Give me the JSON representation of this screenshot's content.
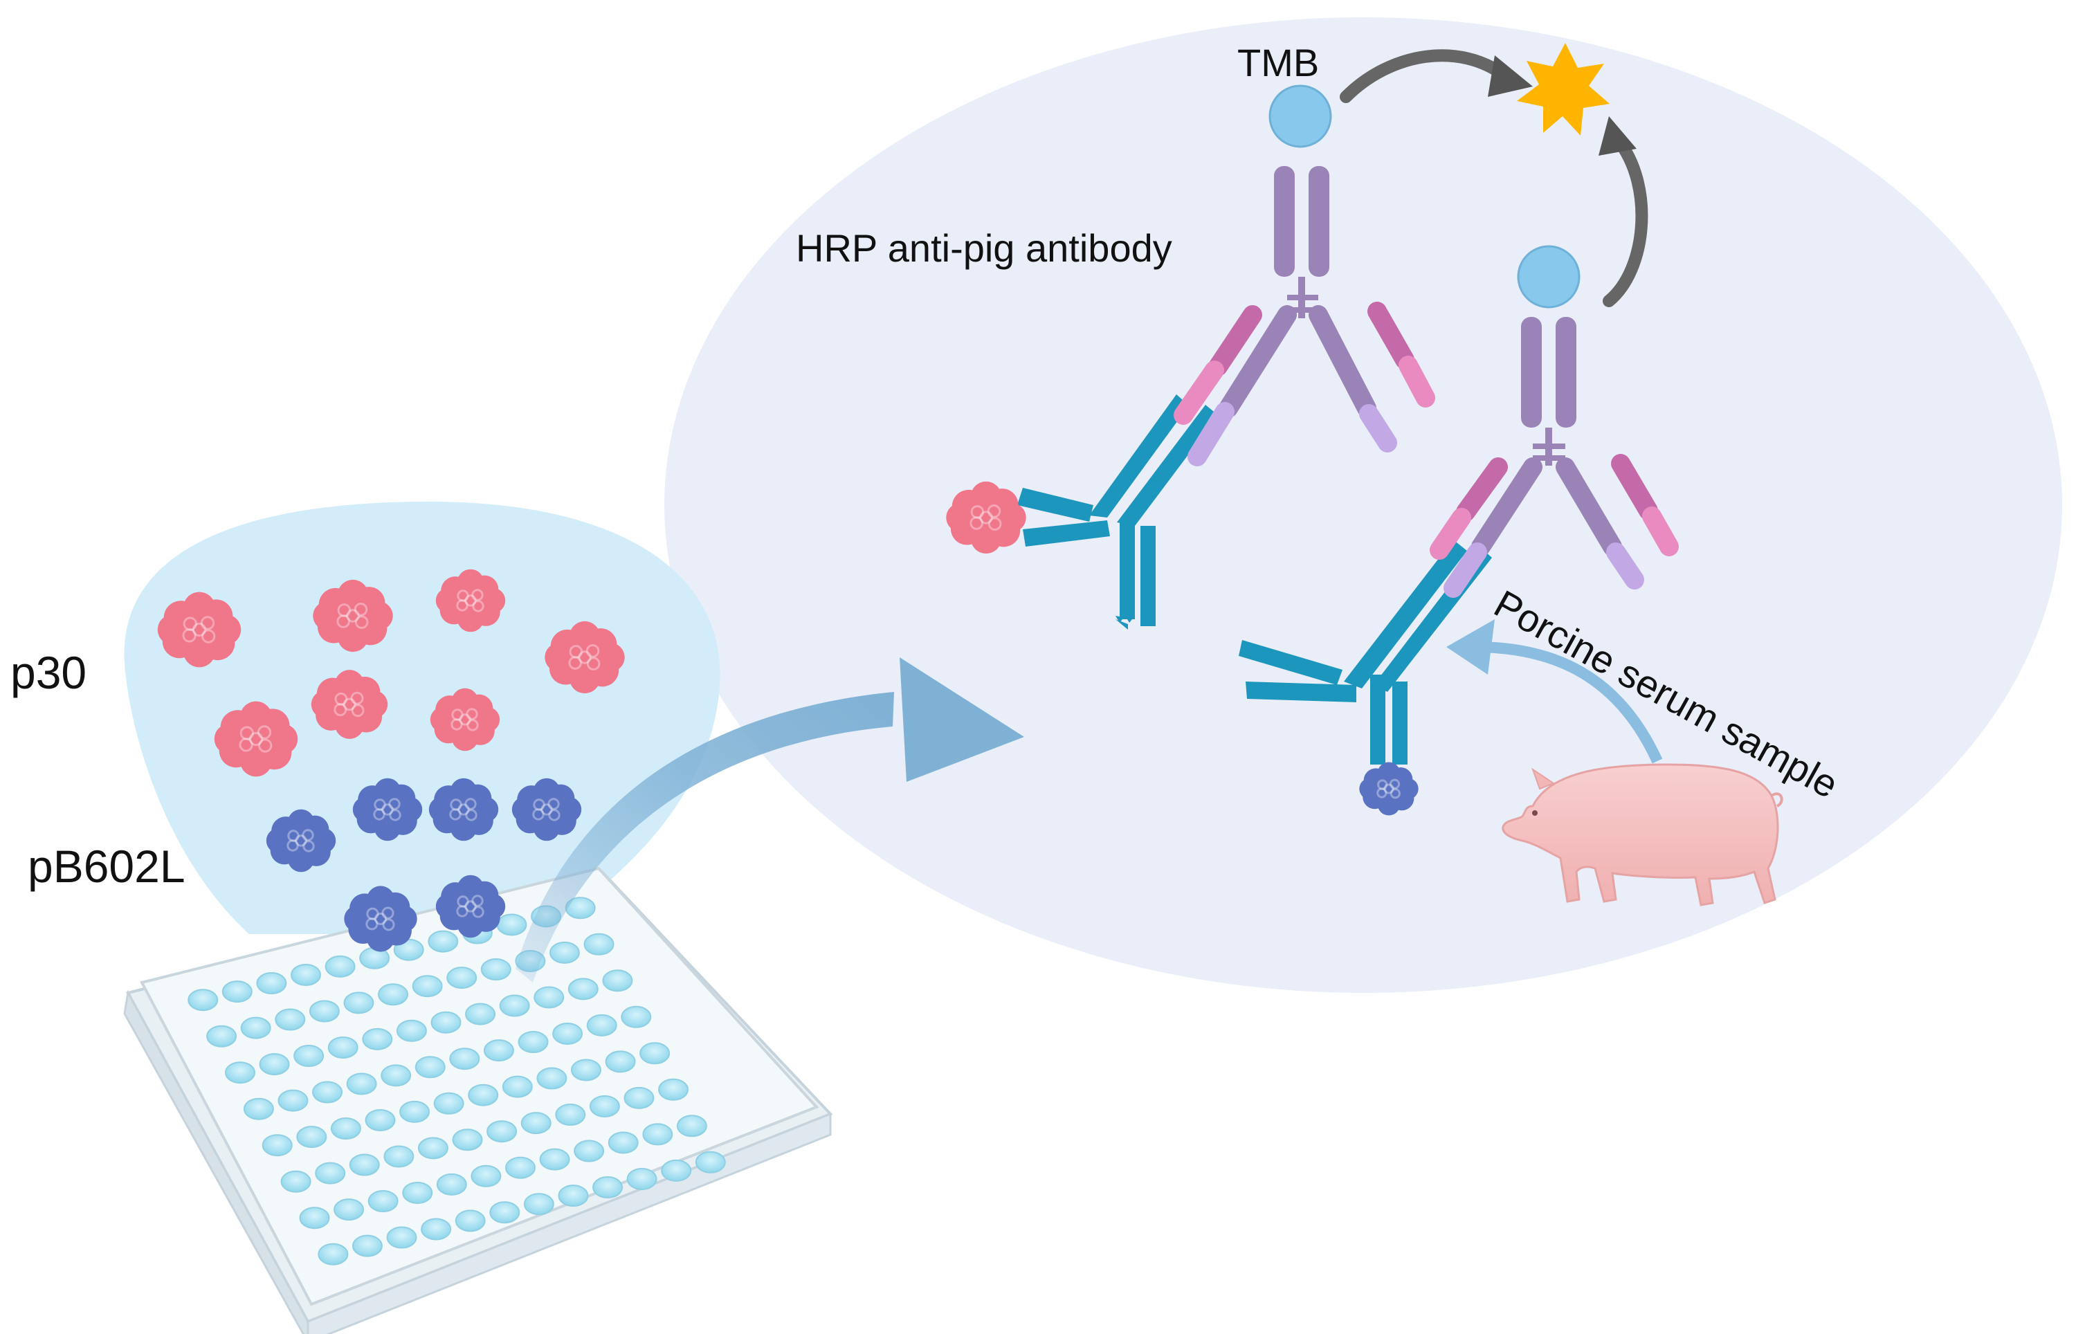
{
  "labels": {
    "tmb": "TMB",
    "hrp_antibody": "HRP anti-pig antibody",
    "p30": "p30",
    "pb602l": "pB602L",
    "serum_sample": "Porcine serum sample"
  },
  "colors": {
    "background": "#ffffff",
    "zoom_ellipse": "#e9eef8",
    "well_cone": "#d2ecfa",
    "p30_protein": "#f0768a",
    "pb602l_protein": "#5a72c2",
    "antibody_heavy_purple": "#9a83b6",
    "antibody_light_pink": "#e98ac0",
    "antibody_light_lilac": "#c2a8e4",
    "antibody_serum_teal": "#1d96bd",
    "hrp_tmb_bead": "#88c8ec",
    "product_star": "#ffb400",
    "reaction_arrow": "#666666",
    "flow_arrow": "#7fb1d5",
    "plate_well": "#a9e2f2",
    "pig": "#f6c2c2"
  },
  "icons": [
    "elisa-plate-icon",
    "pig-icon",
    "star-icon",
    "antibody-icon",
    "protein-cluster-icon"
  ]
}
